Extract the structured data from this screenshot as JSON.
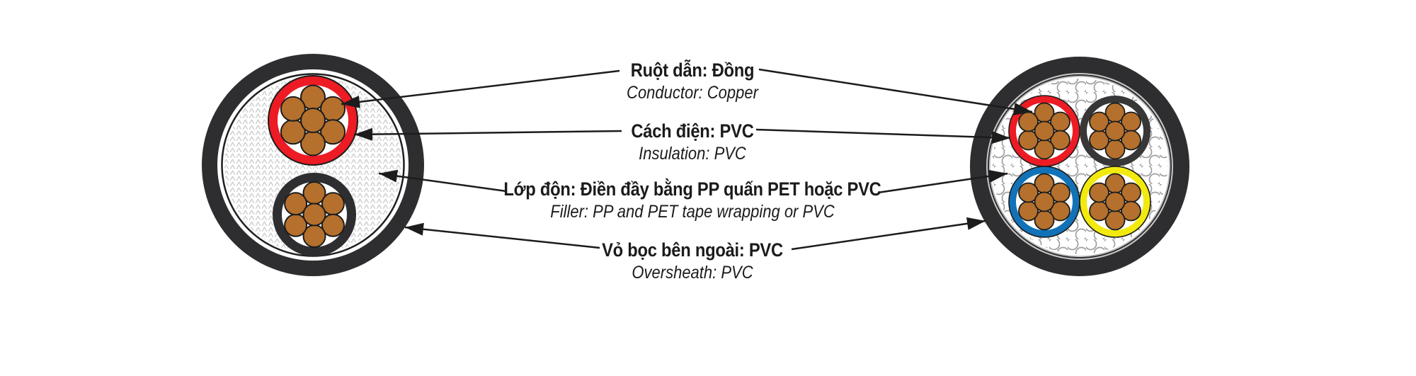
{
  "background": "#ffffff",
  "line_color": "#1c1c1c",
  "labels": [
    {
      "vi": "Ruột dẫn: Đồng",
      "en": "Conductor: Copper"
    },
    {
      "vi": "Cách điện: PVC",
      "en": "Insulation: PVC"
    },
    {
      "vi": "Lớp độn: Điền đầy bằng PP quấn PET hoặc PVC",
      "en": "Filler: PP and PET tape wrapping or PVC"
    },
    {
      "vi": "Vỏ bọc bên ngoài: PVC",
      "en": "Oversheath: PVC"
    }
  ],
  "left_cable": {
    "cores": 2,
    "strands_per_core": 7,
    "core_colors": [
      "#ec1b24",
      "#2e2e30"
    ],
    "copper_color": "#b4702c",
    "sheath_color": "#2e2e30"
  },
  "right_cable": {
    "cores": 4,
    "strands_per_core": 7,
    "core_colors": [
      "#ec1b24",
      "#373737",
      "#1272b7",
      "#f2ea0f"
    ],
    "copper_color": "#b4702c",
    "sheath_color": "#2e2e30"
  }
}
